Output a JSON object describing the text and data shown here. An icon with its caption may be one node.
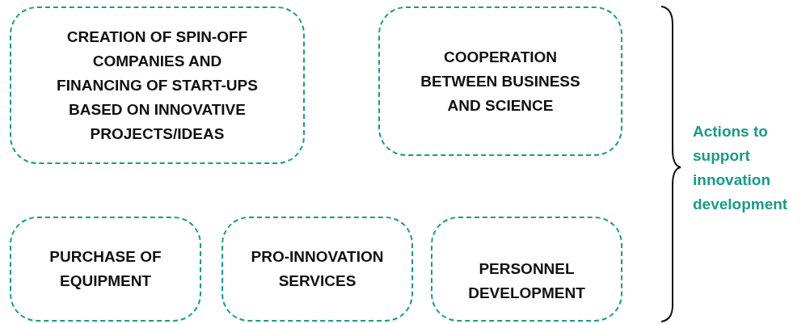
{
  "diagram": {
    "nodes": [
      {
        "text": [
          "CREATION OF SPIN-OFF COMPANIES AND FINANCING OF START-UPS BASED ON INNOVATIVE PROJECTS/IDEAS"
        ]
      },
      {
        "text": [
          "COOPERATION BETWEEN BUSINESS AND SCIENCE"
        ]
      },
      {
        "text": [
          "PURCHASE OF EQUIPMENT"
        ]
      },
      {
        "text": [
          "PRO-INNOVATION SERVICES"
        ]
      },
      {
        "text": [
          "PERSONNEL DEVELOPMENT"
        ]
      }
    ],
    "labels": [
      "Actions to support innovation development"
    ]
  }
}
